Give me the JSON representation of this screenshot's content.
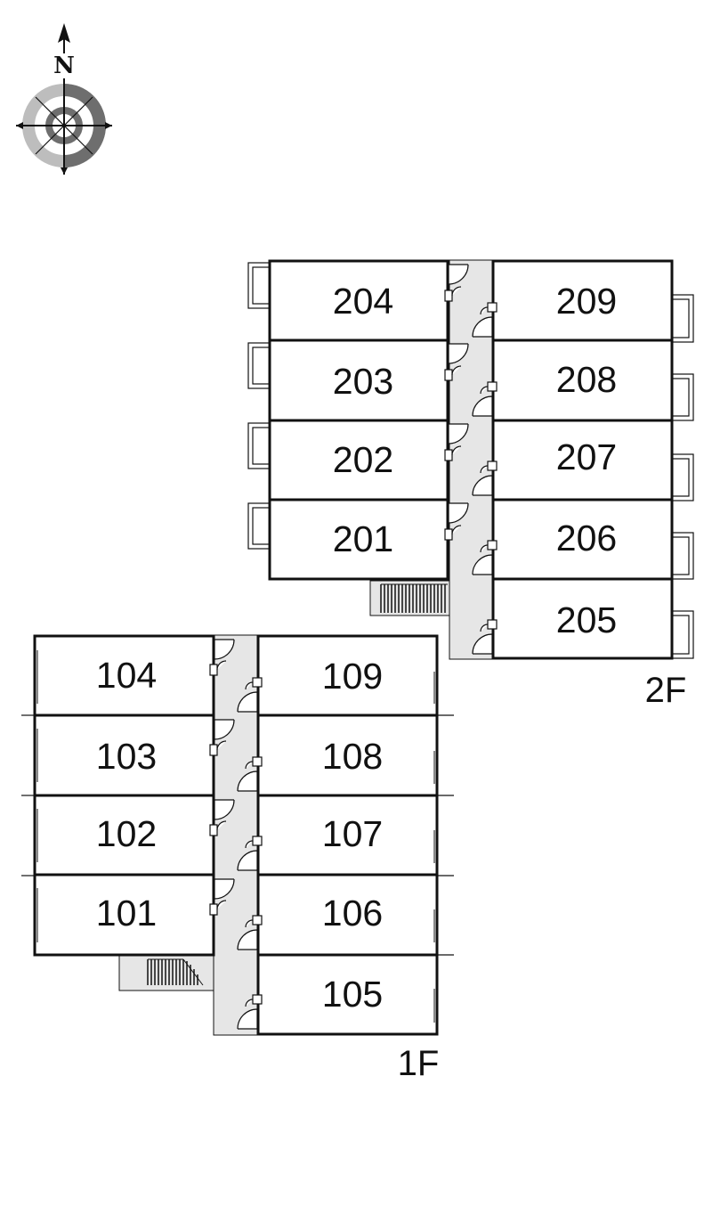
{
  "compass": {
    "north_label": "N",
    "icon": "compass-rose-icon"
  },
  "floors": [
    {
      "id": "2F",
      "label": "2F",
      "units_left": [
        "204",
        "203",
        "202",
        "201"
      ],
      "units_right": [
        "209",
        "208",
        "207",
        "206",
        "205"
      ]
    },
    {
      "id": "1F",
      "label": "1F",
      "units_left": [
        "104",
        "103",
        "102",
        "101"
      ],
      "units_right": [
        "109",
        "108",
        "107",
        "106",
        "105"
      ]
    }
  ],
  "colors": {
    "wall": "#111111",
    "corridor": "#e6e6e6",
    "background": "#ffffff"
  }
}
